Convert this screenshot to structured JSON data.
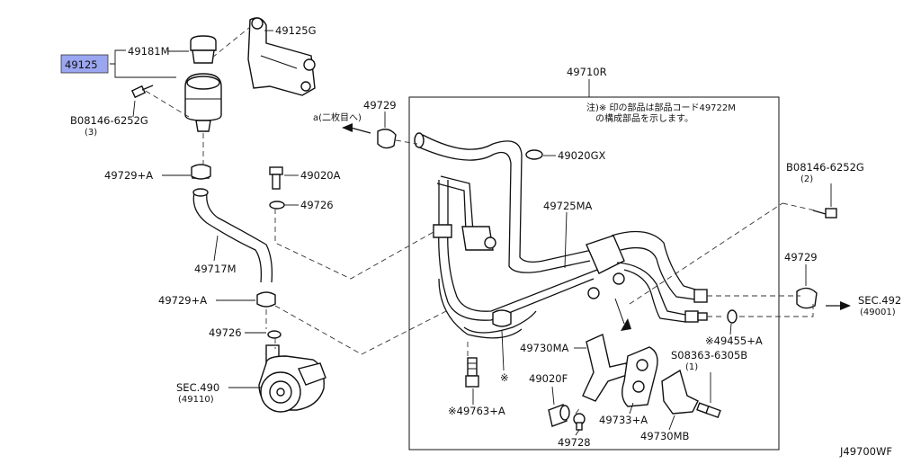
{
  "colors": {
    "highlight": "#9aa6f0",
    "line": "#111111",
    "background": "#ffffff"
  },
  "labels": {
    "p49125": "49125",
    "p49181m": "49181M",
    "p49125g": "49125G",
    "bolt_top_left": "B08146-6252G",
    "bolt_top_left_qty": "(3)",
    "p49710r": "49710R",
    "p49729_top": "49729",
    "ref_a": "a(二枚目へ)",
    "note_line1": "注)※ 印の部品は部品コード49722M",
    "note_line2": "の構成部品を示します。",
    "p49729a_top": "49729+A",
    "p49020a": "49020A",
    "p49020gx": "49020GX",
    "bolt_right": "B08146-6252G",
    "bolt_right_qty": "(2)",
    "p49726_top": "49726",
    "p49725ma": "49725MA",
    "p49717m": "49717M",
    "p49729_right": "49729",
    "sec492": "SEC.492",
    "sec492_sub": "(49001)",
    "p49729a_mid": "49729+A",
    "p49726_mid": "49726",
    "p49455a": "※49455+A",
    "p49730ma": "49730MA",
    "screw": "S08363-6305B",
    "screw_qty": "(1)",
    "sec490": "SEC.490",
    "sec490_sub": "(49110)",
    "p49020f": "49020F",
    "asterisk": "※",
    "p49733a": "49733+A",
    "p49763a": "※49763+A",
    "p49728": "49728",
    "p49730mb": "49730MB",
    "diagram_id": "J49700WF"
  }
}
